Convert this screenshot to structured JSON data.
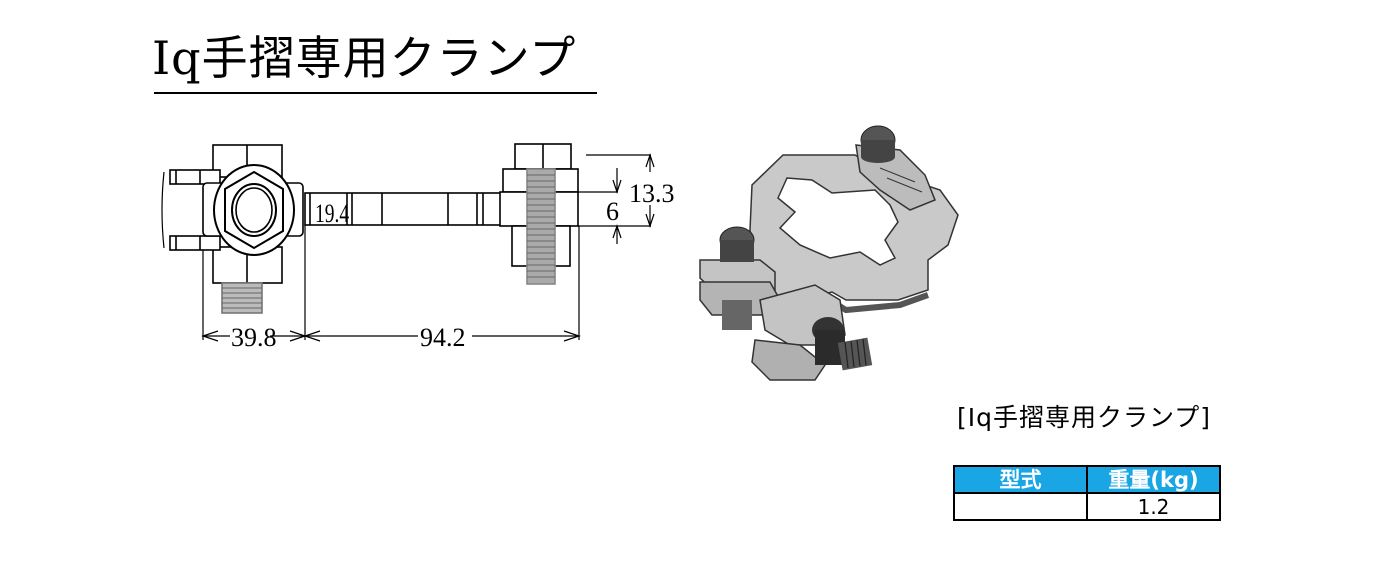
{
  "page": {
    "title": "Iq手摺専用クランプ"
  },
  "drawing": {
    "dimensions": {
      "height_left": "19.4",
      "width_left": "39.8",
      "length": "94.2",
      "bolt_height": "13.3",
      "plate_thickness": "6"
    }
  },
  "product_image": {
    "caption": "[Iq手摺専用クランプ]"
  },
  "spec_table": {
    "headers": [
      "型式",
      "重量(kg)"
    ],
    "rows": [
      [
        "",
        "1.2"
      ]
    ],
    "header_color": "#1aa6e4"
  }
}
